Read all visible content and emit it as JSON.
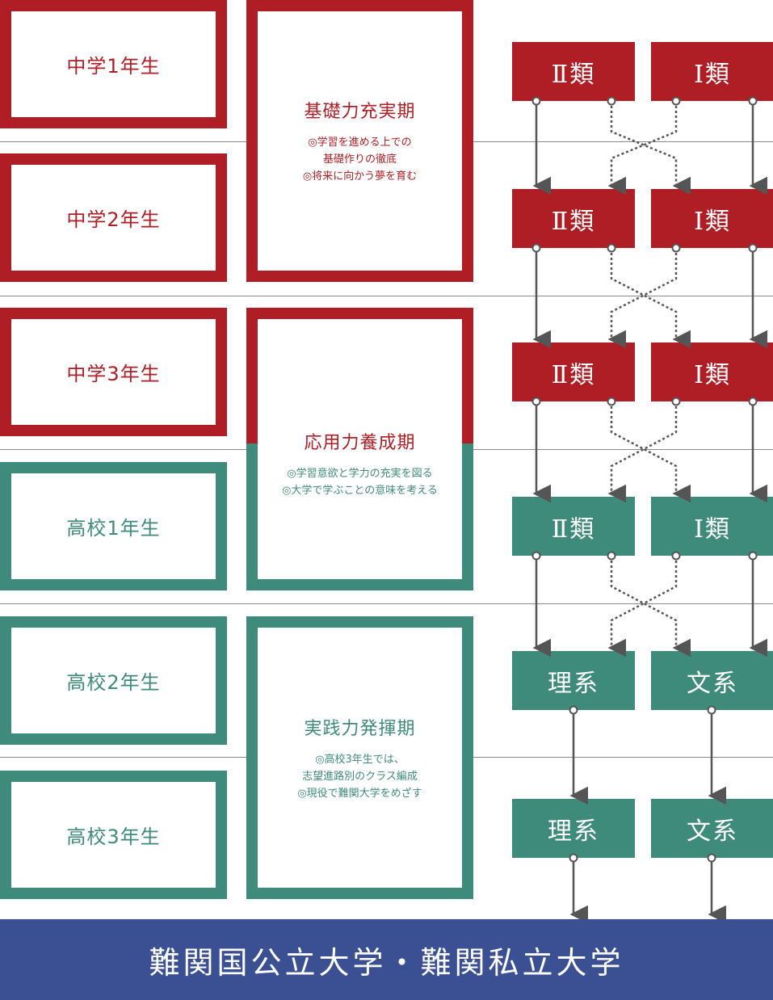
{
  "grades": [
    {
      "label": "中学1年生",
      "color": "#ae1e24"
    },
    {
      "label": "中学2年生",
      "color": "#ae1e24"
    },
    {
      "label": "中学3年生",
      "color": "#ae1e24"
    },
    {
      "label": "高校1年生",
      "color": "#3f8b7b"
    },
    {
      "label": "高校2年生",
      "color": "#3f8b7b"
    },
    {
      "label": "高校3年生",
      "color": "#3f8b7b"
    }
  ],
  "phases": [
    {
      "title": "基礎力充実期",
      "lines": [
        "◎学習を進める上での",
        "基礎作りの徹底",
        "◎将来に向かう夢を育む"
      ]
    },
    {
      "title": "応用力養成期",
      "lines": [
        "◎学習意欲と学力の充実を図る",
        "◎大学で学ぶことの意味を考える"
      ]
    },
    {
      "title": "実践力発揮期",
      "lines": [
        "◎高校3年生では、",
        "志望進路別のクラス編成",
        "◎現役で難関大学をめざす"
      ]
    }
  ],
  "class_rows": [
    {
      "left": "Ⅱ類",
      "right": "Ⅰ類"
    },
    {
      "left": "Ⅱ類",
      "right": "Ⅰ類"
    },
    {
      "left": "Ⅱ類",
      "right": "Ⅰ類"
    },
    {
      "left": "Ⅱ類",
      "right": "Ⅰ類"
    },
    {
      "left": "理系",
      "right": "文系"
    },
    {
      "left": "理系",
      "right": "文系"
    }
  ],
  "destination": "難関国公立大学・難関私立大学",
  "colors": {
    "junior": "#ae1e24",
    "senior": "#3f8b7b",
    "destination": "#3b5093",
    "arrow": "#555555"
  }
}
